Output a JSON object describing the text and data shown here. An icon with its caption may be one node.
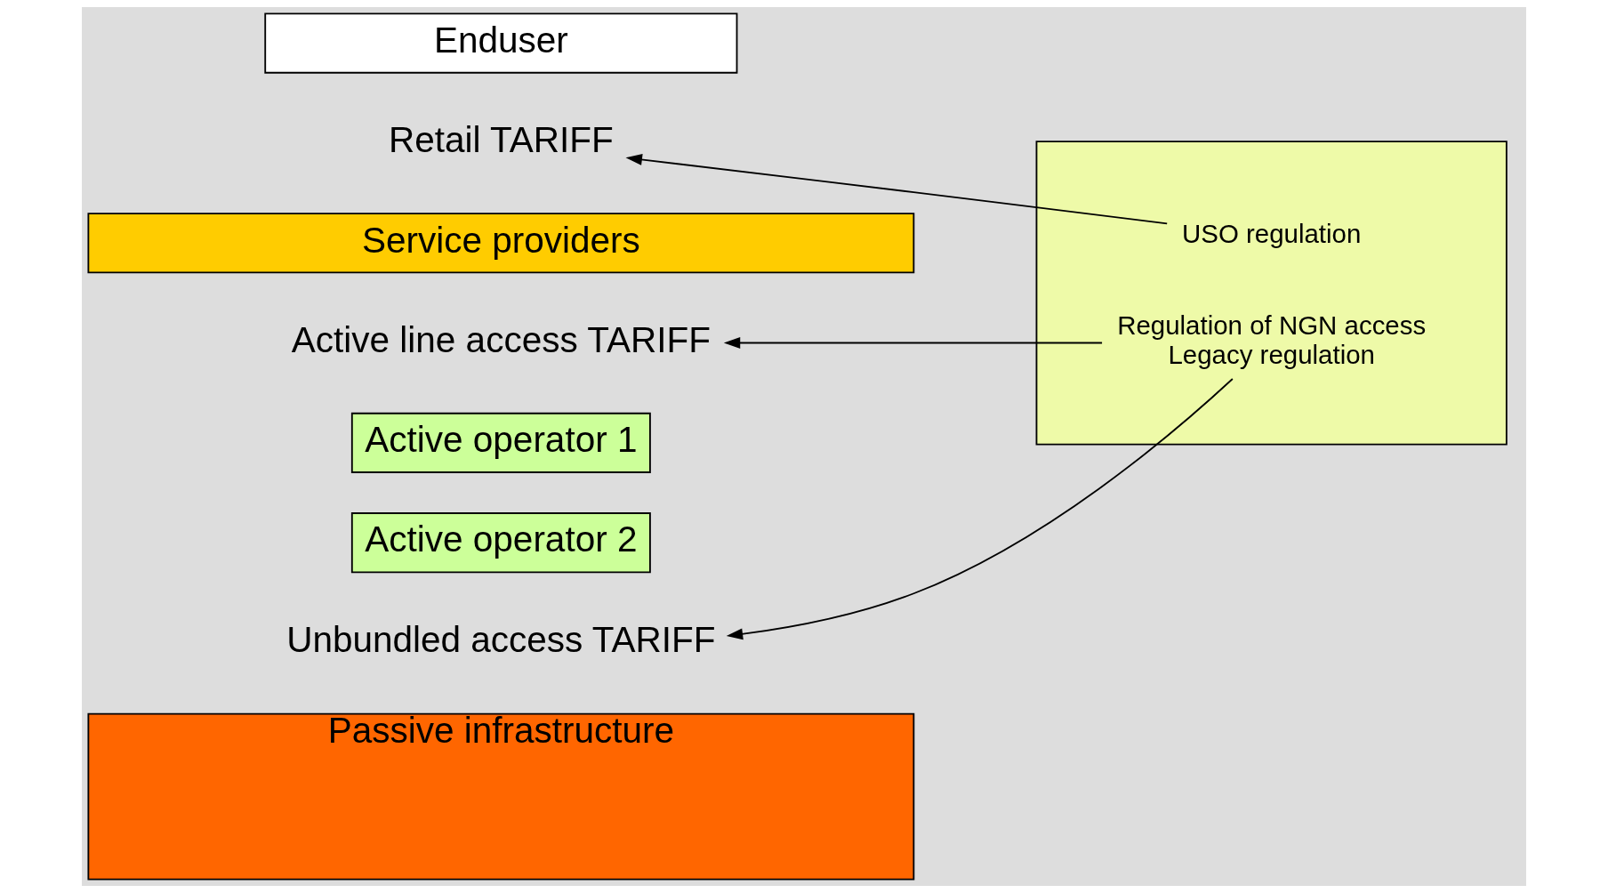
{
  "diagram": {
    "nodes": [
      {
        "text": [
          "Enduser"
        ]
      },
      {
        "text": [
          "Retail TARIFF"
        ]
      },
      {
        "text": [
          "Service providers"
        ]
      },
      {
        "text": [
          "Active line access TARIFF"
        ]
      },
      {
        "text": [
          "Active operator 1"
        ]
      },
      {
        "text": [
          "Active operator 2"
        ]
      },
      {
        "text": [
          "Unbundled access TARIFF"
        ]
      },
      {
        "text": [
          "Passive infrastructure"
        ]
      },
      {
        "text": [],
        "shape": "box"
      },
      {
        "text": [
          "USO regulation"
        ],
        "in": 8
      },
      {
        "text": [
          "Regulation of NGN access",
          "Legacy regulation"
        ],
        "in": 8
      }
    ],
    "edges": [
      {
        "from": 9,
        "to": 1,
        "arrow": "to"
      },
      {
        "from": 10,
        "to": 3,
        "arrow": "to"
      },
      {
        "from": 10,
        "to": 6,
        "arrow": "to"
      }
    ]
  }
}
